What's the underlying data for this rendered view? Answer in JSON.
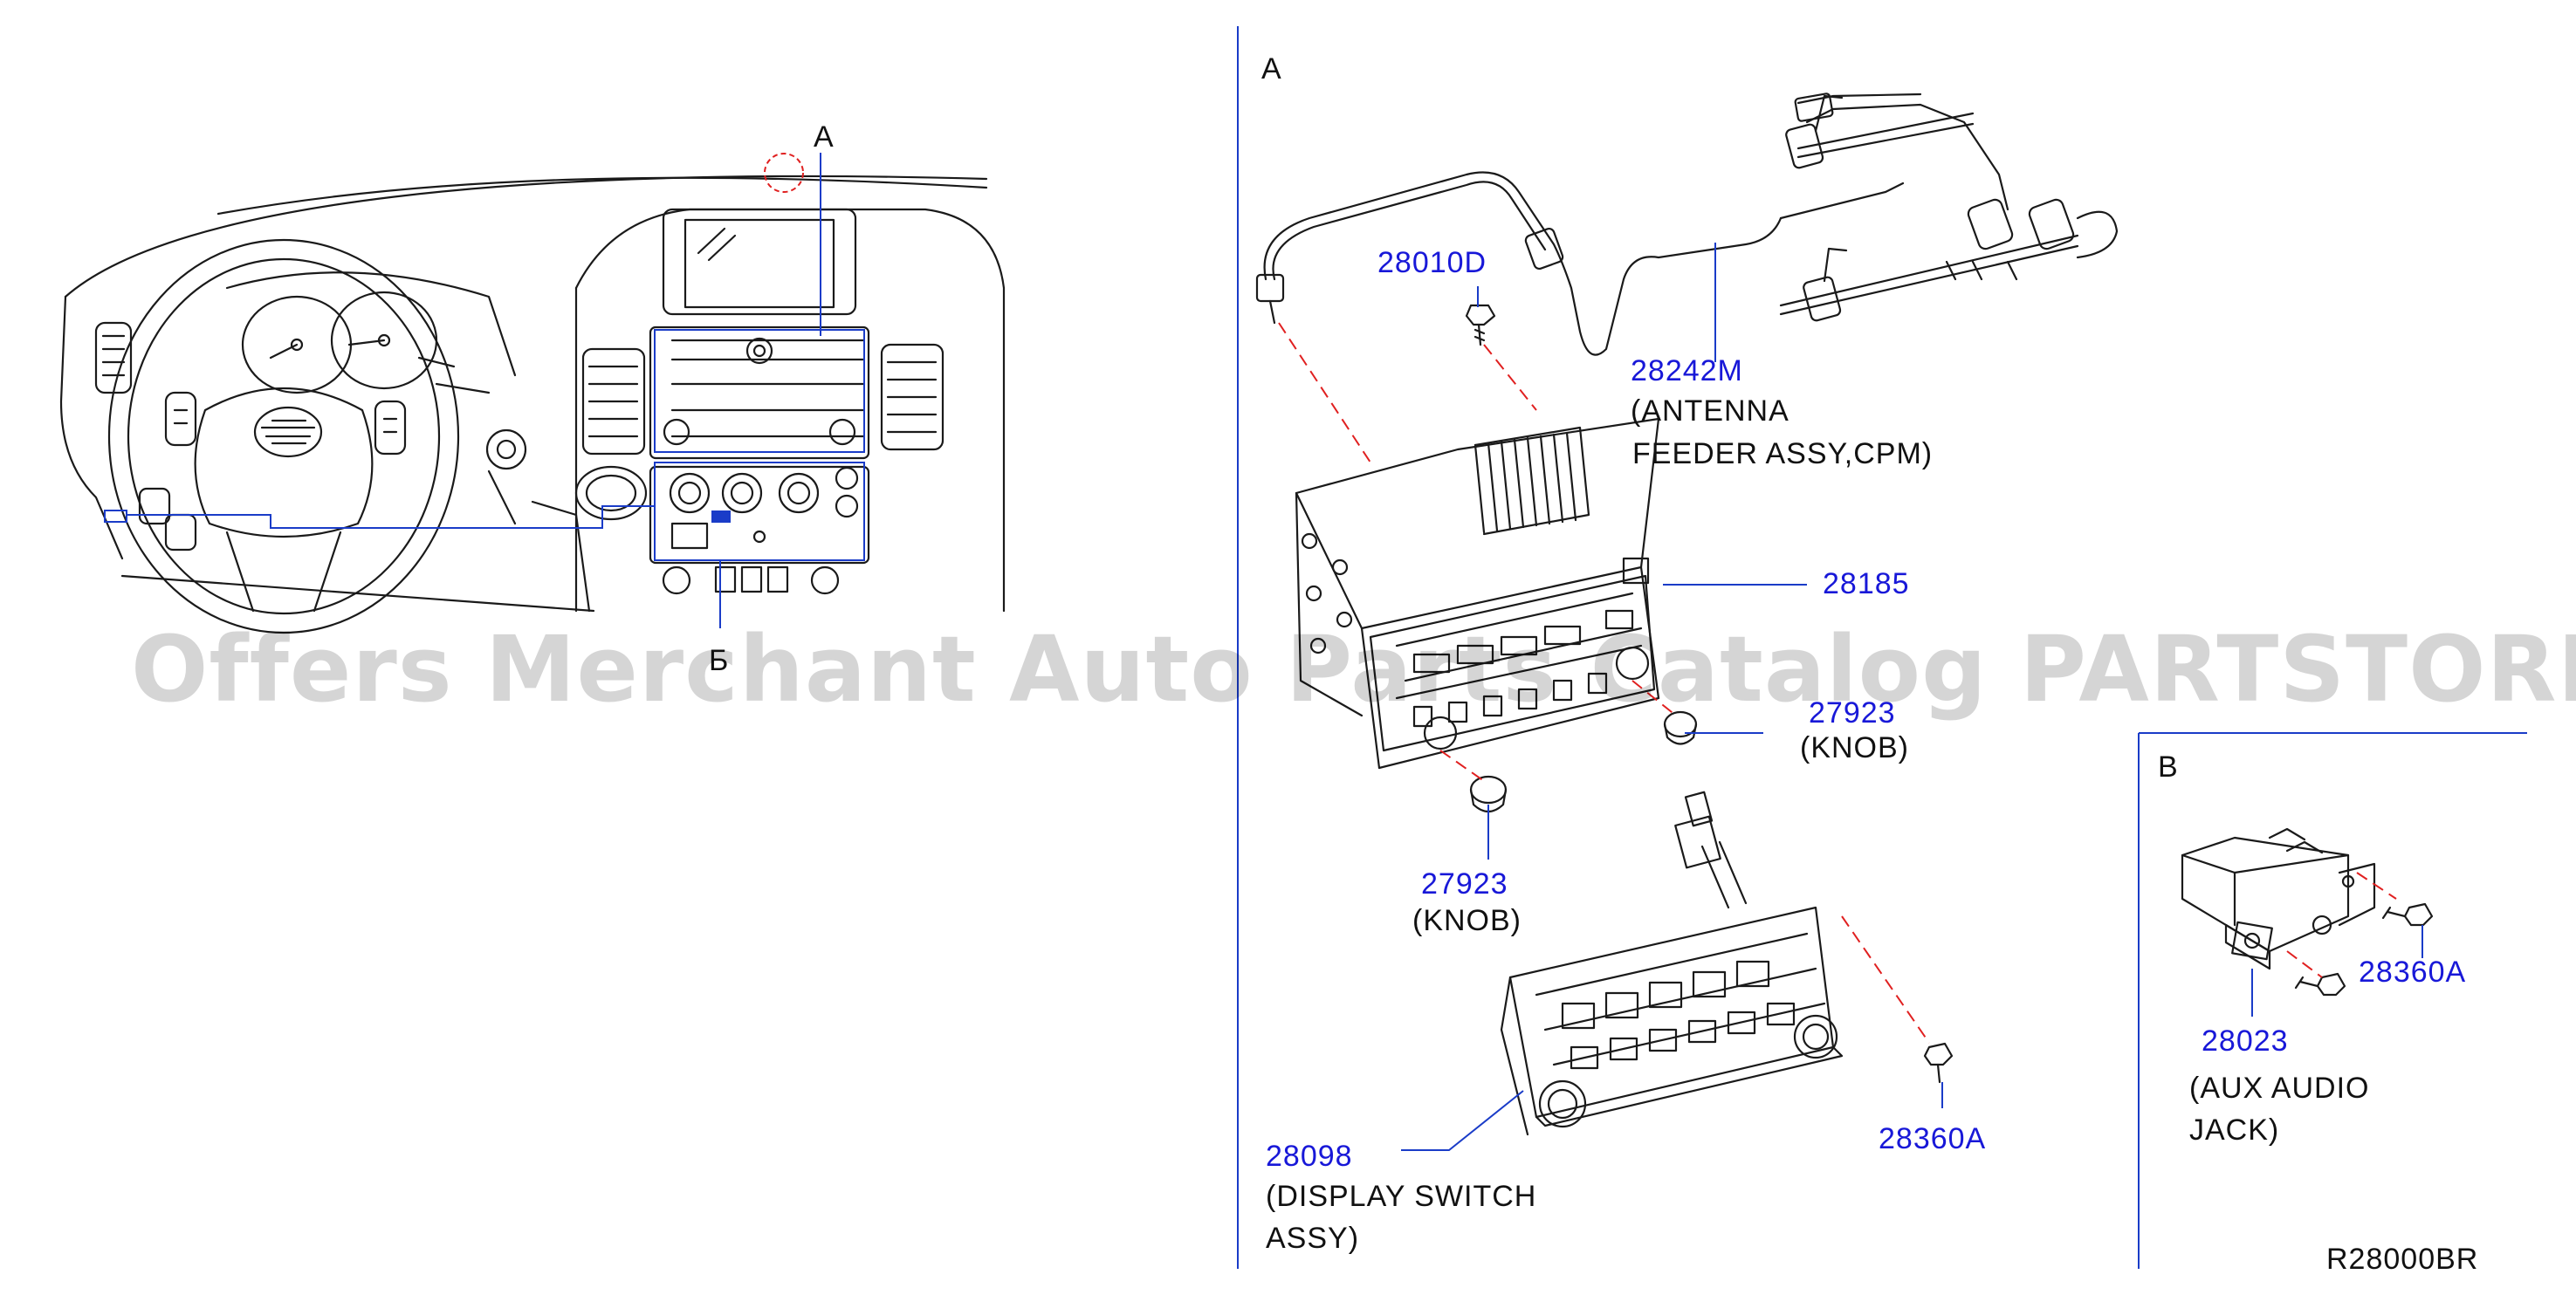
{
  "diagram": {
    "section_labels": {
      "a_top": "A",
      "a_section": "A",
      "b_section": "B",
      "b_bottom": "Б"
    },
    "parts": [
      {
        "part_no": "28010D",
        "desc": ""
      },
      {
        "part_no": "28242M",
        "desc_line1": "(ANTENNA",
        "desc_line2": "FEEDER   ASSY,CPM)"
      },
      {
        "part_no": "28185",
        "desc": ""
      },
      {
        "part_no": "27923",
        "desc": "(KNOB)"
      },
      {
        "part_no": "27923",
        "desc": "(KNOB)"
      },
      {
        "part_no": "28098",
        "desc_line1": "(DISPLAY   SWITCH",
        "desc_line2": "ASSY)"
      },
      {
        "part_no": "28360A",
        "desc": ""
      },
      {
        "part_no": "28360A",
        "desc": ""
      },
      {
        "part_no": "28023",
        "desc_line1": "(AUX   AUDIO",
        "desc_line2": "JACK)"
      }
    ],
    "ref_code": "R28000BR",
    "watermark": "Offers Merchant Auto Parts Catalog PARTSTORE.SA",
    "colors": {
      "line": "#1a1a1a",
      "leader": "#1a3cc8",
      "part_number": "#1818d8",
      "dash": "#e02020",
      "highlight": "#1a3cc8"
    }
  }
}
